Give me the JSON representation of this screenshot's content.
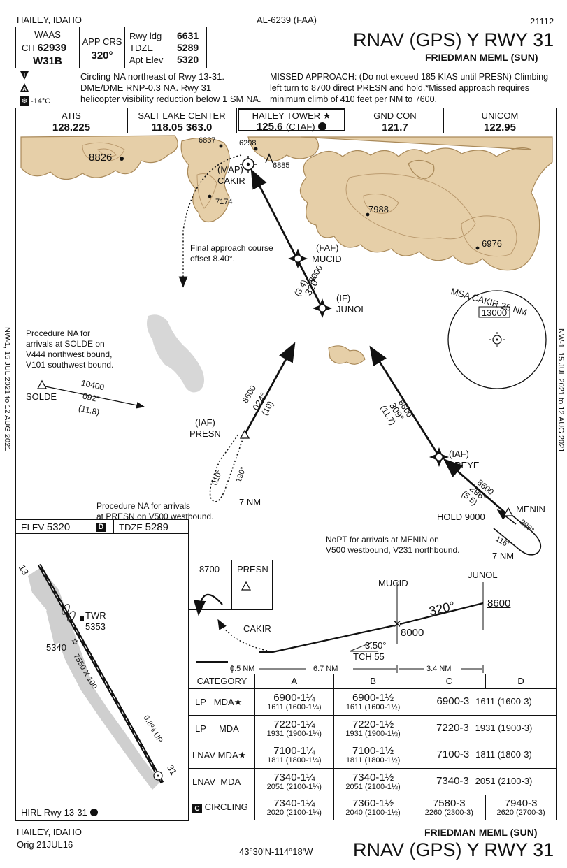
{
  "header": {
    "city": "HAILEY, IDAHO",
    "chart_id": "AL-6239 (FAA)",
    "amdt_number": "21112",
    "title": "RNAV (GPS) Y RWY 31",
    "airport": "FRIEDMAN MEML (SUN)"
  },
  "briefing": {
    "waas_label": "WAAS",
    "ch_label": "CH",
    "ch_value": "62939",
    "waas_id": "W31B",
    "app_crs_label": "APP CRS",
    "app_crs_value": "320°",
    "rwy_ldg_label": "Rwy ldg",
    "rwy_ldg_value": "6631",
    "tdze_label": "TDZE",
    "tdze_value": "5289",
    "apt_elev_label": "Apt Elev",
    "apt_elev_value": "5320",
    "notes_1": "Circling NA northeast of Rwy 13-31.",
    "notes_2": "DME/DME RNP-0.3 NA.  Rwy 31",
    "notes_3": "helicopter visibility reduction below 1 SM NA.",
    "temp_limit": "-14°C",
    "missed_1": "MISSED APPROACH: (Do not exceed 185 KIAS until PRESN) Climbing",
    "missed_2": "left turn to 8700 direct PRESN and hold.*Missed approach requires",
    "missed_3": "minimum climb of 410 feet per NM to 7600."
  },
  "comms": [
    {
      "name": "ATIS",
      "freq": "128.225"
    },
    {
      "name": "SALT LAKE CENTER",
      "freq": "118.05  363.0"
    },
    {
      "name": "HAILEY TOWER ★",
      "freq": "125.6",
      "extra": "(CTAF)"
    },
    {
      "name": "GND CON",
      "freq": "121.7"
    },
    {
      "name": "UNICOM",
      "freq": "122.95"
    }
  ],
  "planview": {
    "peak_1": "8826",
    "peak_2": "6837",
    "peak_3": "6298",
    "peak_4": "6885",
    "peak_5": "7174",
    "peak_6": "7988",
    "peak_7": "6976",
    "map_label": "(MAP)",
    "cakir": "CAKIR",
    "faf_label": "(FAF)",
    "mucid": "MUCID",
    "if_label": "(IF)",
    "junol": "JUNOL",
    "final_offset_1": "Final approach course",
    "final_offset_2": "offset 8.40°.",
    "fac_alt": "8000",
    "fac_crs": "320°",
    "fac_dist": "(3.4)",
    "msa_label": "MSA CAKIR 25 NM",
    "msa_alt": "13000",
    "solde_note_1": "Procedure NA for",
    "solde_note_2": "arrivals at SOLDE on",
    "solde_note_3": "V444 northwest bound,",
    "solde_note_4": "V101 southwest bound.",
    "solde": "SOLDE",
    "solde_alt": "10400",
    "solde_crs": "092°",
    "solde_dist": "(11.8)",
    "presn_iaf": "(IAF)",
    "presn": "PRESN",
    "presn_alt": "8600",
    "presn_crs": "024°",
    "presn_dist": "(10)",
    "hold_out": "010°",
    "hold_in": "190°",
    "hold_nm": "7 NM",
    "presn_note_1": "Procedure NA for arrivals",
    "presn_note_2": "at PRESN on V500 westbound.",
    "oreye_iaf": "(IAF)",
    "oreye": "OREYE",
    "oreye_alt": "8600",
    "oreye_crs": "309°",
    "oreye_dist": "(11.7)",
    "menin": "MENIN",
    "menin_alt": "8600",
    "menin_crs": "296°",
    "menin_dist": "(5.5)",
    "hold_menin_label": "HOLD",
    "hold_menin_alt": "9000",
    "menin_hold_out": "116°",
    "menin_hold_in": "296°",
    "menin_hold_nm": "7 NM",
    "nopt_1": "NoPT for arrivals at MENIN on",
    "nopt_2": "V500 westbound, V231 northbound."
  },
  "airport": {
    "elev_label": "ELEV",
    "elev_value": "5320",
    "tdze_label": "TDZE",
    "tdze_value": "5289",
    "twr_label": "TWR",
    "twr_elev": "5353",
    "obst": "5340",
    "rwy_dims": "7550 X 100",
    "rwy_13": "13",
    "rwy_31": "31",
    "slope": "0.8% UP",
    "hirl": "HIRL Rwy 13-31"
  },
  "profile": {
    "ma_alt": "8700",
    "presn": "PRESN",
    "mucid": "MUCID",
    "junol": "JUNOL",
    "cakir": "CAKIR",
    "crs": "320°",
    "junol_alt": "8600",
    "mucid_alt": "8000",
    "gs": "3.50°",
    "tch": "TCH 55",
    "d1": "0.5 NM",
    "d2": "6.7 NM",
    "d3": "3.4 NM"
  },
  "minimums": {
    "header": [
      "CATEGORY",
      "A",
      "B",
      "C",
      "D"
    ],
    "rows": [
      {
        "label1": "LP",
        "label2": "MDA★",
        "a_main": "6900-1¼",
        "a_sub": "1611 (1600-1¼)",
        "b_main": "6900-1½",
        "b_sub": "1611 (1600-1½)",
        "cd_main": "6900-3",
        "cd_sub": "1611 (1600-3)"
      },
      {
        "label1": "LP",
        "label2": "MDA",
        "a_main": "7220-1¼",
        "a_sub": "1931 (1900-1¼)",
        "b_main": "7220-1½",
        "b_sub": "1931 (1900-1½)",
        "cd_main": "7220-3",
        "cd_sub": "1931 (1900-3)"
      },
      {
        "label1": "LNAV",
        "label2": "MDA★",
        "a_main": "7100-1¼",
        "a_sub": "1811 (1800-1¼)",
        "b_main": "7100-1½",
        "b_sub": "1811 (1800-1½)",
        "cd_main": "7100-3",
        "cd_sub": "1811 (1800-3)"
      },
      {
        "label1": "LNAV",
        "label2": "MDA",
        "a_main": "7340-1¼",
        "a_sub": "2051 (2100-1¼)",
        "b_main": "7340-1½",
        "b_sub": "2051 (2100-1½)",
        "cd_main": "7340-3",
        "cd_sub": "2051 (2100-3)"
      }
    ],
    "circling": {
      "label": "CIRCLING",
      "a_main": "7340-1¼",
      "a_sub": "2020 (2100-1¼)",
      "b_main": "7360-1½",
      "b_sub": "2040 (2100-1½)",
      "c_main": "7580-3",
      "c_sub": "2260 (2300-3)",
      "d_main": "7940-3",
      "d_sub": "2620 (2700-3)"
    }
  },
  "side": {
    "left": "NW-1, 15 JUL 2021 to 12 AUG 2021",
    "right": "NW-1, 15 JUL 2021 to 12 AUG 2021"
  },
  "footer": {
    "city": "HAILEY, IDAHO",
    "orig": "Orig  21JUL16",
    "coords": "43°30'N-114°18'W",
    "airport": "FRIEDMAN MEML (SUN)",
    "title": "RNAV (GPS) Y RWY 31"
  }
}
